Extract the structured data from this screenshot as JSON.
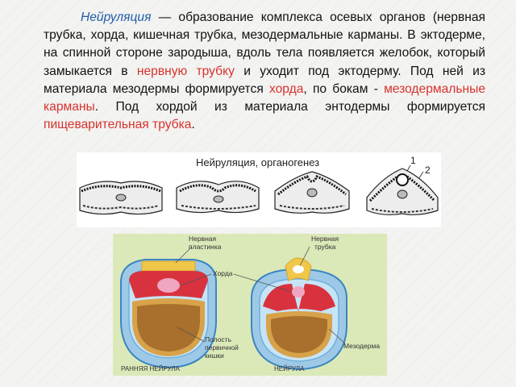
{
  "paragraph": {
    "term": "Нейруляция",
    "part1": " — образование комплекса осевых органов (нервная трубка, хорда, кишечная трубка, мезодермальные карманы. В эктодерме, на спинной стороне зародыша, вдоль тела появляется желобок, который замыкается в ",
    "neural_tube": "нервную трубку",
    "part2": " и уходит под эктодерму. Под ней из материала мезодермы формируется ",
    "chorda": "хорда",
    "part3": ", по бокам - ",
    "pockets": "мезодермальные карманы",
    "part4": ". Под хордой из материала энтодермы формируется ",
    "gut_tube": "пищеварительная трубка",
    "part5": "."
  },
  "figure_top": {
    "title": "Нейруляция, органогенез",
    "label_1": "1",
    "label_2": "2"
  },
  "figure_bottom": {
    "label_neural_plate_1": "Нервная",
    "label_neural_plate_2": "пластинка",
    "label_neural_tube_1": "Нервная",
    "label_neural_tube_2": "трубка",
    "label_chorda": "Хорда",
    "label_cavity_1": "Полость",
    "label_cavity_2": "первичной",
    "label_cavity_3": "кишки",
    "label_mesoderm": "Мезодерма",
    "caption_early": "РАННЯЯ НЕЙРУЛА",
    "caption_neurula": "НЕЙРУЛА"
  },
  "colors": {
    "term": "#1f5ea8",
    "highlight": "#d7322e",
    "background": "#f3f3f1"
  }
}
